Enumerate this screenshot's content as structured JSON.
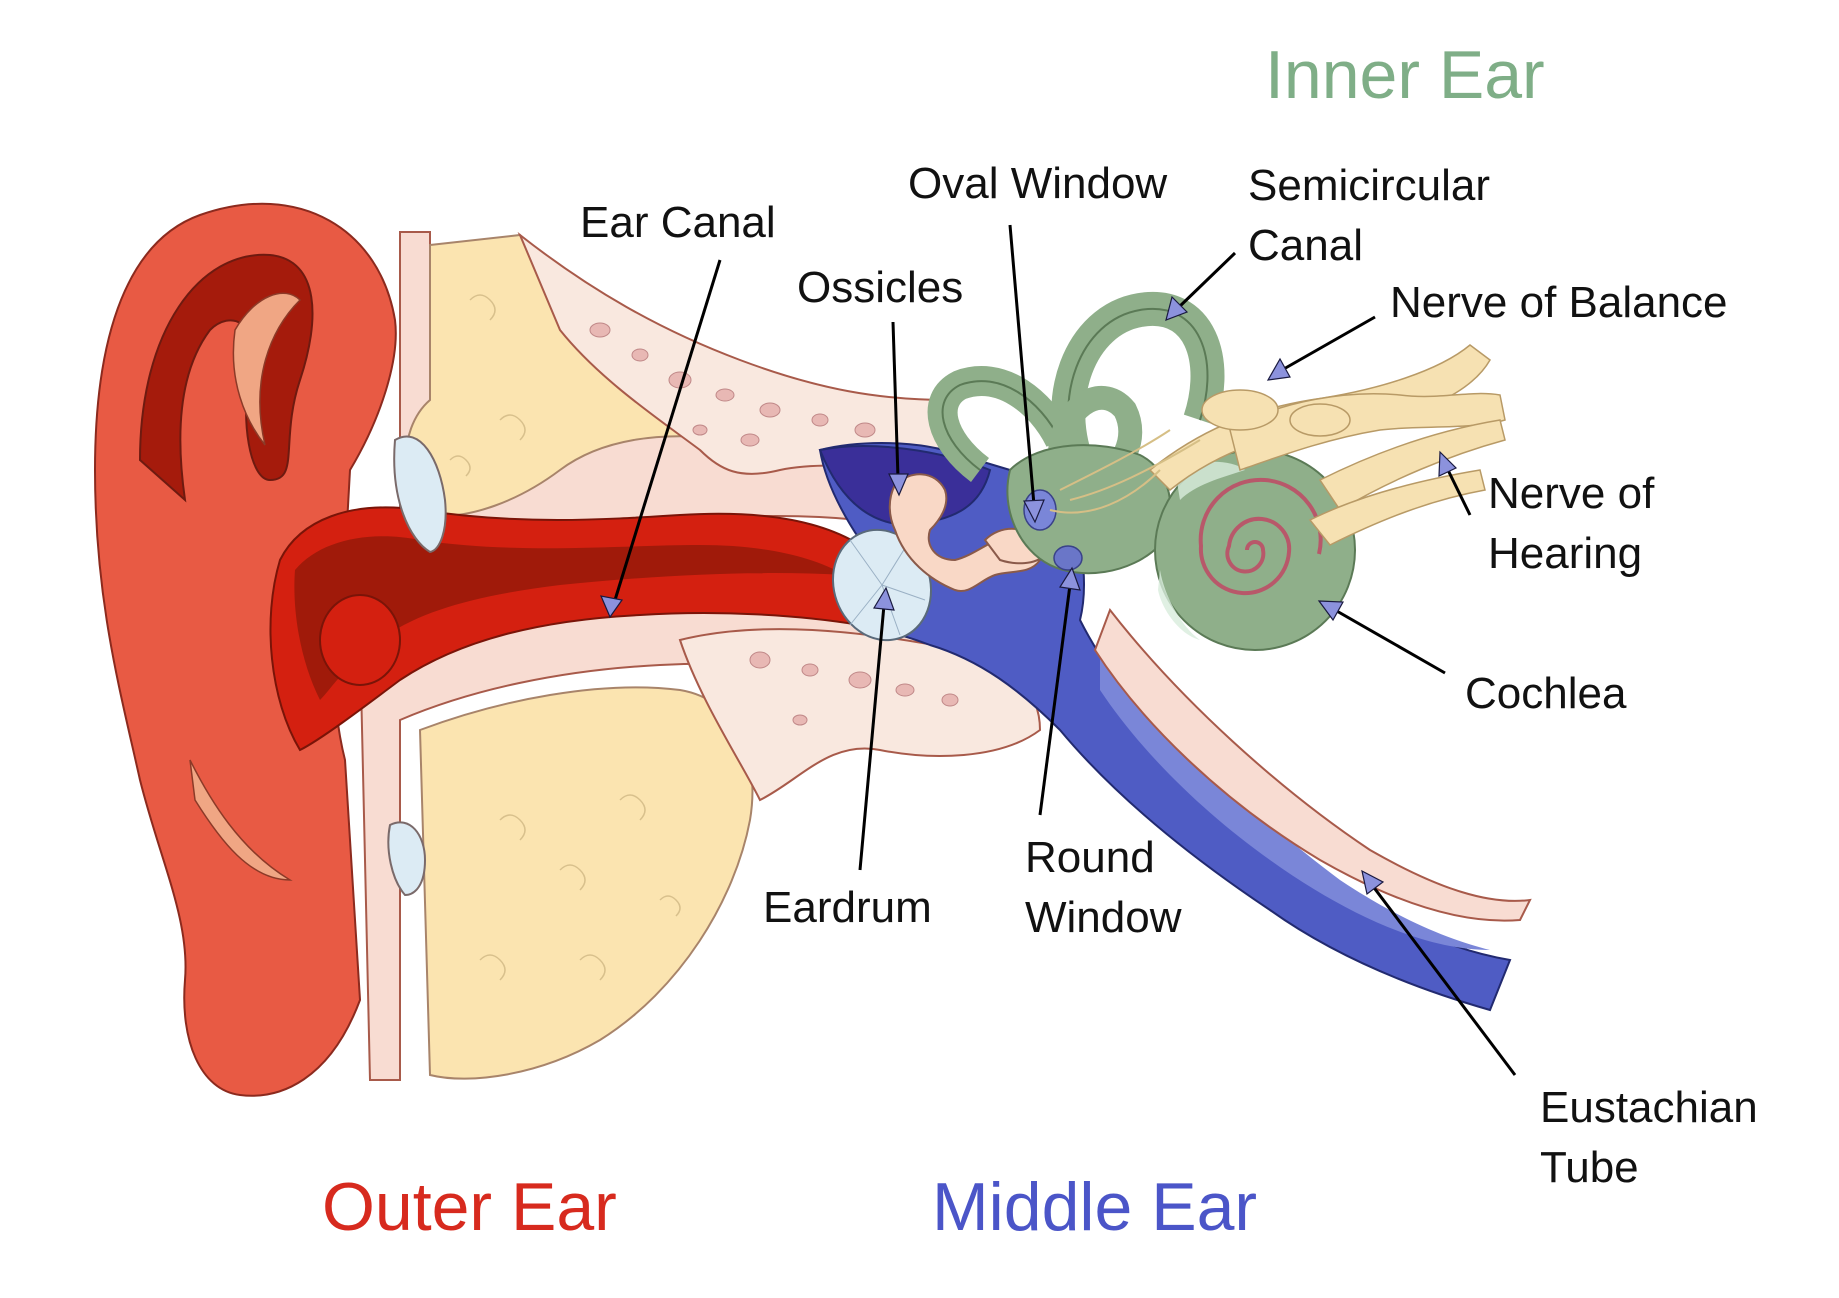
{
  "regions": {
    "outer": {
      "text": "Outer Ear",
      "color": "#d72a1e"
    },
    "middle": {
      "text": "Middle Ear",
      "color": "#4b55c8"
    },
    "inner": {
      "text": "Inner Ear",
      "color": "#7fae87"
    }
  },
  "labels": {
    "ear_canal": "Ear Canal",
    "ossicles": "Ossicles",
    "oval_window": "Oval Window",
    "semicircular_canal": [
      "Semicircular",
      "Canal"
    ],
    "nerve_of_balance": "Nerve of Balance",
    "nerve_of_hearing": [
      "Nerve of",
      "Hearing"
    ],
    "cochlea": "Cochlea",
    "round_window": [
      "Round",
      "Window"
    ],
    "eardrum": "Eardrum",
    "eustachian_tube": [
      "Eustachian",
      "Tube"
    ]
  },
  "colors": {
    "pinna": "#e85a44",
    "canal": "#d42010",
    "canal_dark": "#a01a0a",
    "skin": "#f8dcd2",
    "fat": "#fbe4b0",
    "bone": "#f9e8df",
    "middle_space": "#4f5cc4",
    "middle_dark": "#3a2f99",
    "inner_organ": "#8faf8a",
    "nerve": "#f6e1b2",
    "eardrum": "#dcebf4"
  }
}
